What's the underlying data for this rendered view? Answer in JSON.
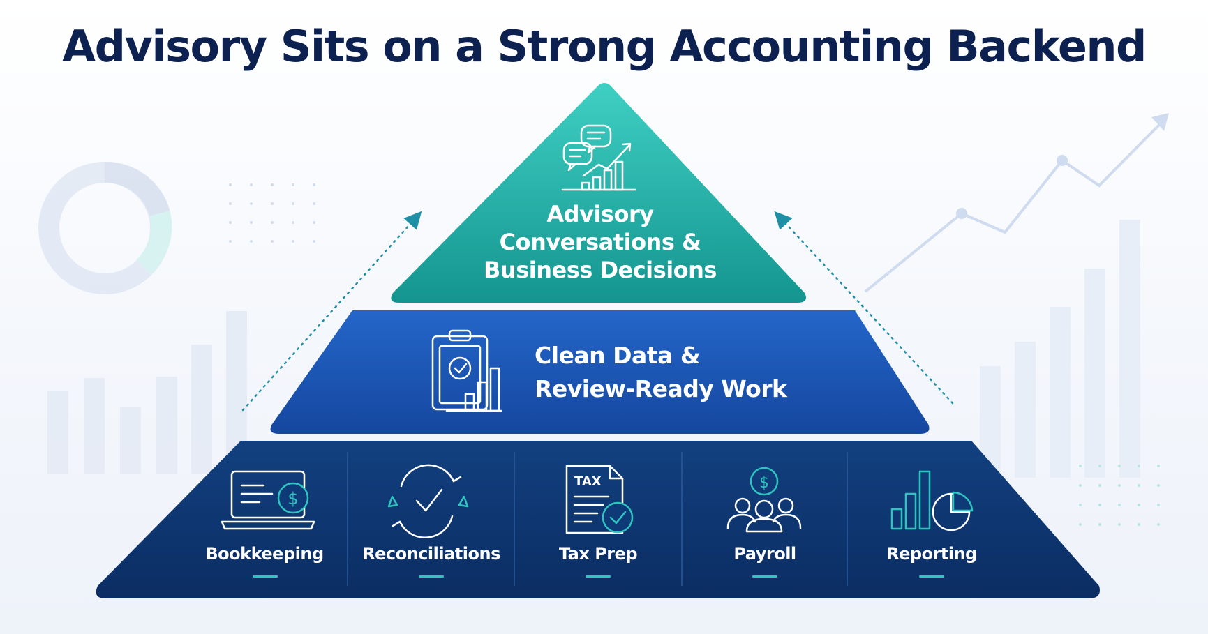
{
  "title": "Advisory Sits on a Strong Accounting Backend",
  "colors": {
    "title": "#0d2150",
    "top_tier": "#23b3ab",
    "middle_tier": "#1a55b8",
    "base_tier": "#0e3a78",
    "icon_accent": "#2ec5c0",
    "icon_line": "#ffffff"
  },
  "tiers": {
    "top": {
      "label_lines": [
        "Advisory",
        "Conversations &",
        "Business Decisions"
      ],
      "icon": "chat-growth-icon"
    },
    "middle": {
      "label_lines": [
        "Clean Data &",
        "Review-Ready Work"
      ],
      "icon": "clipboard-chart-icon"
    },
    "base": {
      "items": [
        {
          "label": "Bookkeeping",
          "icon": "laptop-dollar-icon"
        },
        {
          "label": "Reconciliations",
          "icon": "sync-check-icon"
        },
        {
          "label": "Tax Prep",
          "icon": "tax-document-icon"
        },
        {
          "label": "Payroll",
          "icon": "people-dollar-icon"
        },
        {
          "label": "Reporting",
          "icon": "bar-pie-chart-icon"
        }
      ]
    }
  },
  "decorations": [
    "donut-chart-icon",
    "bar-chart-icon",
    "line-chart-icon",
    "dotted-arrow-icon"
  ]
}
